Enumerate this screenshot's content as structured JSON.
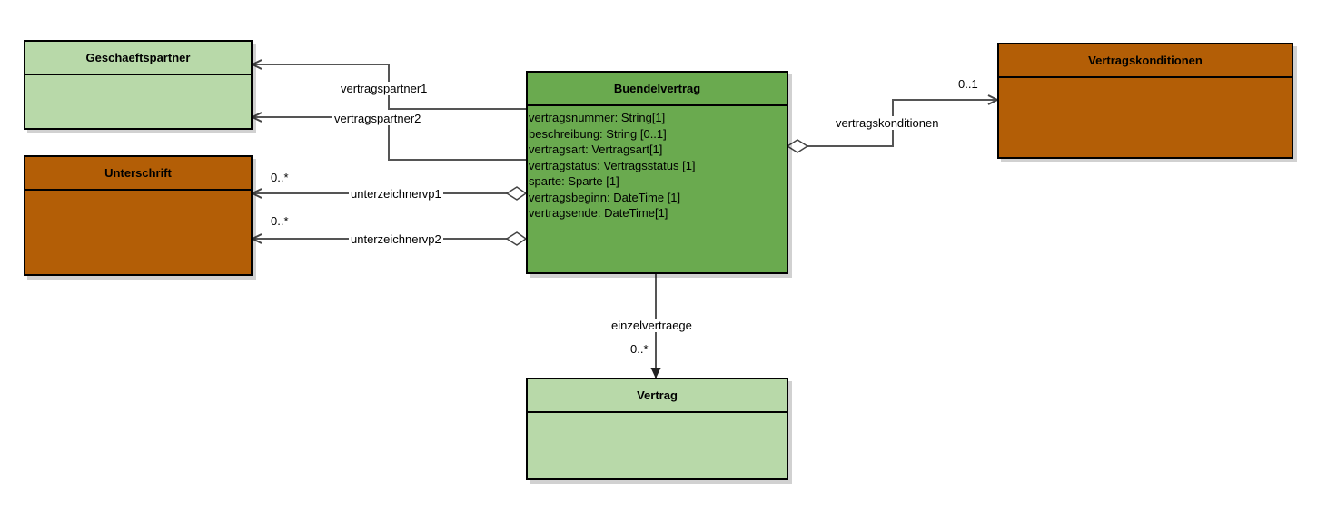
{
  "colors": {
    "light_green": "#b8d9a9",
    "mid_green": "#6aaa4f",
    "orange": "#b35e06",
    "line": "#555555"
  },
  "classes": {
    "geschaeftspartner": {
      "name": "Geschaeftspartner",
      "attributes": []
    },
    "unterschrift": {
      "name": "Unterschrift",
      "attributes": []
    },
    "buendelvertrag": {
      "name": "Buendelvertrag",
      "attributes": [
        "vertragsnummer: String[1]",
        "beschreibung: String [0..1]",
        "vertragsart: Vertragsart[1]",
        "vertragstatus: Vertragsstatus [1]",
        "sparte: Sparte [1]",
        "vertragsbeginn: DateTime [1]",
        "vertragsende: DateTime[1]"
      ]
    },
    "vertragskonditionen": {
      "name": "Vertragskonditionen",
      "attributes": []
    },
    "vertrag": {
      "name": "Vertrag",
      "attributes": []
    }
  },
  "associations": {
    "vertragspartner1": {
      "label": "vertragspartner1"
    },
    "vertragspartner2": {
      "label": "vertragspartner2"
    },
    "unterzeichnervp1": {
      "label": "unterzeichnervp1",
      "multiplicity": "0..*"
    },
    "unterzeichnervp2": {
      "label": "unterzeichnervp2",
      "multiplicity": "0..*"
    },
    "vertragskonditionen": {
      "label": "vertragskonditionen",
      "multiplicity": "0..1"
    },
    "einzelvertraege": {
      "label": "einzelvertraege",
      "multiplicity": "0..*"
    }
  }
}
